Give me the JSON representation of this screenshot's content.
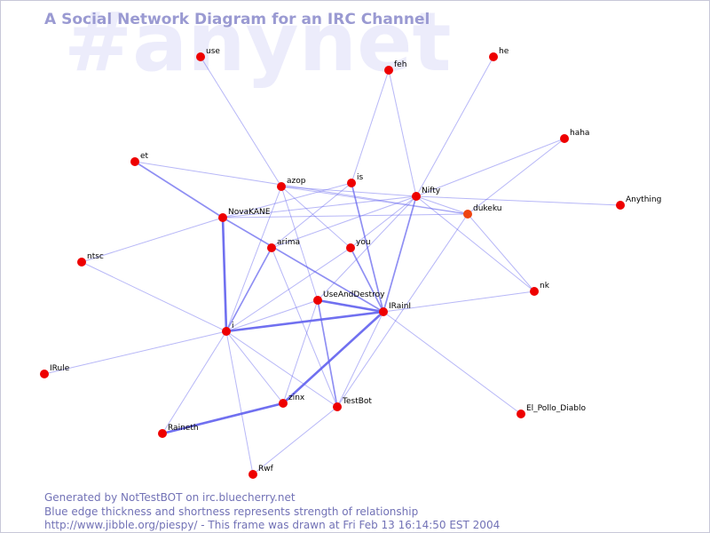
{
  "watermark": "#anynet",
  "title": "A Social Network Diagram for an IRC Channel",
  "footer": {
    "line1": "Generated by NotTestBOT on irc.bluecherry.net",
    "line2": "Blue edge thickness and shortness represents strength of relationship",
    "line3": "http://www.jibble.org/piespy/ - This frame was drawn at Fri Feb 13 16:14:50 EST 2004"
  },
  "colors": {
    "node": "#ee0000",
    "node_highlight": "#ee4411",
    "edge": "#6060ee",
    "title": "#9a9ad2",
    "watermark": "#ececfb",
    "footer": "#7272b6"
  },
  "nodes": [
    {
      "id": "use",
      "label": "use"
    },
    {
      "id": "feh",
      "label": "feh"
    },
    {
      "id": "he",
      "label": "he"
    },
    {
      "id": "haha",
      "label": "haha"
    },
    {
      "id": "et",
      "label": "et"
    },
    {
      "id": "azop",
      "label": "azop"
    },
    {
      "id": "is",
      "label": "is"
    },
    {
      "id": "Nifty",
      "label": "Nifty"
    },
    {
      "id": "Anything",
      "label": "Anything"
    },
    {
      "id": "dukeku",
      "label": "dukeku"
    },
    {
      "id": "NovaKANE",
      "label": "NovaKANE"
    },
    {
      "id": "arima",
      "label": "arima"
    },
    {
      "id": "you",
      "label": "you"
    },
    {
      "id": "ntsc",
      "label": "ntsc"
    },
    {
      "id": "nk",
      "label": "nk"
    },
    {
      "id": "UseAndDestroy",
      "label": "UseAndDestroy"
    },
    {
      "id": "IRainI",
      "label": "IRainI"
    },
    {
      "id": "i",
      "label": "i"
    },
    {
      "id": "IRule",
      "label": "IRule"
    },
    {
      "id": "zinx",
      "label": "zinx"
    },
    {
      "id": "TestBot",
      "label": "TestBot"
    },
    {
      "id": "El_Pollo_Diablo",
      "label": "El_Pollo_Diablo"
    },
    {
      "id": "Raineth",
      "label": "Raineth"
    },
    {
      "id": "Rwf",
      "label": "Rwf"
    }
  ],
  "edges": [
    {
      "source": "use",
      "target": "azop",
      "weight": 1
    },
    {
      "source": "feh",
      "target": "is",
      "weight": 1
    },
    {
      "source": "feh",
      "target": "Nifty",
      "weight": 1
    },
    {
      "source": "he",
      "target": "Nifty",
      "weight": 1
    },
    {
      "source": "haha",
      "target": "Nifty",
      "weight": 1
    },
    {
      "source": "haha",
      "target": "dukeku",
      "weight": 1
    },
    {
      "source": "et",
      "target": "NovaKANE",
      "weight": 2
    },
    {
      "source": "et",
      "target": "dukeku",
      "weight": 1
    },
    {
      "source": "azop",
      "target": "Nifty",
      "weight": 1
    },
    {
      "source": "azop",
      "target": "dukeku",
      "weight": 1
    },
    {
      "source": "azop",
      "target": "i",
      "weight": 1
    },
    {
      "source": "azop",
      "target": "UseAndDestroy",
      "weight": 1
    },
    {
      "source": "azop",
      "target": "you",
      "weight": 1
    },
    {
      "source": "is",
      "target": "NovaKANE",
      "weight": 1
    },
    {
      "source": "is",
      "target": "IRainI",
      "weight": 2
    },
    {
      "source": "is",
      "target": "arima",
      "weight": 1
    },
    {
      "source": "Nifty",
      "target": "Anything",
      "weight": 1
    },
    {
      "source": "Nifty",
      "target": "dukeku",
      "weight": 1
    },
    {
      "source": "Nifty",
      "target": "NovaKANE",
      "weight": 1
    },
    {
      "source": "Nifty",
      "target": "IRainI",
      "weight": 2
    },
    {
      "source": "Nifty",
      "target": "UseAndDestroy",
      "weight": 1
    },
    {
      "source": "Nifty",
      "target": "nk",
      "weight": 1
    },
    {
      "source": "Nifty",
      "target": "arima",
      "weight": 1
    },
    {
      "source": "Nifty",
      "target": "you",
      "weight": 1
    },
    {
      "source": "dukeku",
      "target": "nk",
      "weight": 1
    },
    {
      "source": "dukeku",
      "target": "NovaKANE",
      "weight": 1
    },
    {
      "source": "dukeku",
      "target": "TestBot",
      "weight": 1
    },
    {
      "source": "NovaKANE",
      "target": "ntsc",
      "weight": 1
    },
    {
      "source": "NovaKANE",
      "target": "i",
      "weight": 3
    },
    {
      "source": "NovaKANE",
      "target": "IRainI",
      "weight": 2
    },
    {
      "source": "arima",
      "target": "i",
      "weight": 2
    },
    {
      "source": "arima",
      "target": "TestBot",
      "weight": 1
    },
    {
      "source": "you",
      "target": "IRainI",
      "weight": 2
    },
    {
      "source": "you",
      "target": "i",
      "weight": 1
    },
    {
      "source": "ntsc",
      "target": "i",
      "weight": 1
    },
    {
      "source": "UseAndDestroy",
      "target": "IRainI",
      "weight": 3
    },
    {
      "source": "UseAndDestroy",
      "target": "i",
      "weight": 1
    },
    {
      "source": "UseAndDestroy",
      "target": "TestBot",
      "weight": 2
    },
    {
      "source": "UseAndDestroy",
      "target": "zinx",
      "weight": 1
    },
    {
      "source": "IRainI",
      "target": "i",
      "weight": 3
    },
    {
      "source": "IRainI",
      "target": "nk",
      "weight": 1
    },
    {
      "source": "IRainI",
      "target": "zinx",
      "weight": 3
    },
    {
      "source": "IRainI",
      "target": "El_Pollo_Diablo",
      "weight": 1
    },
    {
      "source": "IRainI",
      "target": "TestBot",
      "weight": 1
    },
    {
      "source": "i",
      "target": "IRule",
      "weight": 1
    },
    {
      "source": "i",
      "target": "zinx",
      "weight": 1
    },
    {
      "source": "i",
      "target": "TestBot",
      "weight": 1
    },
    {
      "source": "i",
      "target": "Raineth",
      "weight": 1
    },
    {
      "source": "i",
      "target": "Rwf",
      "weight": 1
    },
    {
      "source": "zinx",
      "target": "Raineth",
      "weight": 3
    },
    {
      "source": "TestBot",
      "target": "Rwf",
      "weight": 1
    }
  ]
}
